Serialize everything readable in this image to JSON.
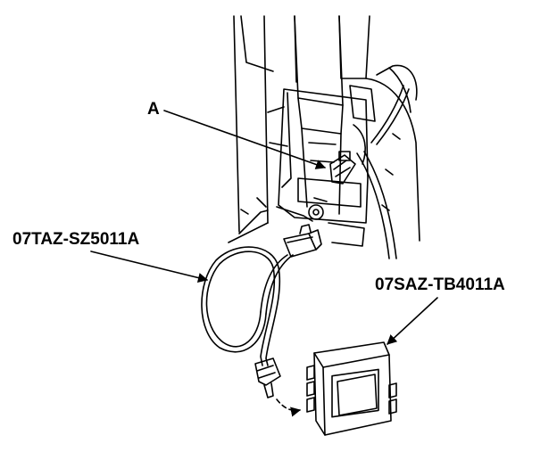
{
  "callouts": {
    "connector_a": "A",
    "cable_part_number": "07TAZ-SZ5011A",
    "tester_part_number": "07SAZ-TB4011A"
  },
  "colors": {
    "line": "#000000",
    "background": "#ffffff"
  }
}
